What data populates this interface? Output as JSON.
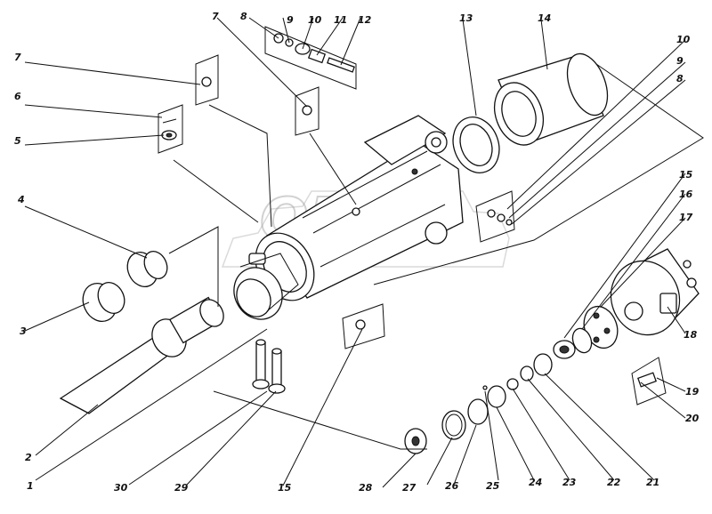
{
  "watermark": "OPEX",
  "callouts": [
    {
      "id": "c1",
      "text": "1"
    },
    {
      "id": "c2",
      "text": "2"
    },
    {
      "id": "c3",
      "text": "3"
    },
    {
      "id": "c4",
      "text": "4"
    },
    {
      "id": "c5",
      "text": "5"
    },
    {
      "id": "c6",
      "text": "6"
    },
    {
      "id": "c7a",
      "text": "7"
    },
    {
      "id": "c7b",
      "text": "7"
    },
    {
      "id": "c8a",
      "text": "8"
    },
    {
      "id": "c8b",
      "text": "8"
    },
    {
      "id": "c9a",
      "text": "9"
    },
    {
      "id": "c9b",
      "text": "9"
    },
    {
      "id": "c10a",
      "text": "10"
    },
    {
      "id": "c10b",
      "text": "10"
    },
    {
      "id": "c11",
      "text": "11"
    },
    {
      "id": "c12",
      "text": "12"
    },
    {
      "id": "c13",
      "text": "13"
    },
    {
      "id": "c14",
      "text": "14"
    },
    {
      "id": "c15a",
      "text": "15"
    },
    {
      "id": "c15b",
      "text": "15"
    },
    {
      "id": "c16",
      "text": "16"
    },
    {
      "id": "c17",
      "text": "17"
    },
    {
      "id": "c18",
      "text": "18"
    },
    {
      "id": "c19",
      "text": "19"
    },
    {
      "id": "c20",
      "text": "20"
    },
    {
      "id": "c21",
      "text": "21"
    },
    {
      "id": "c22",
      "text": "22"
    },
    {
      "id": "c23",
      "text": "23"
    },
    {
      "id": "c24",
      "text": "24"
    },
    {
      "id": "c25",
      "text": "25"
    },
    {
      "id": "c26",
      "text": "26"
    },
    {
      "id": "c27",
      "text": "27"
    },
    {
      "id": "c28",
      "text": "28"
    },
    {
      "id": "c29",
      "text": "29"
    },
    {
      "id": "c30",
      "text": "30"
    }
  ]
}
